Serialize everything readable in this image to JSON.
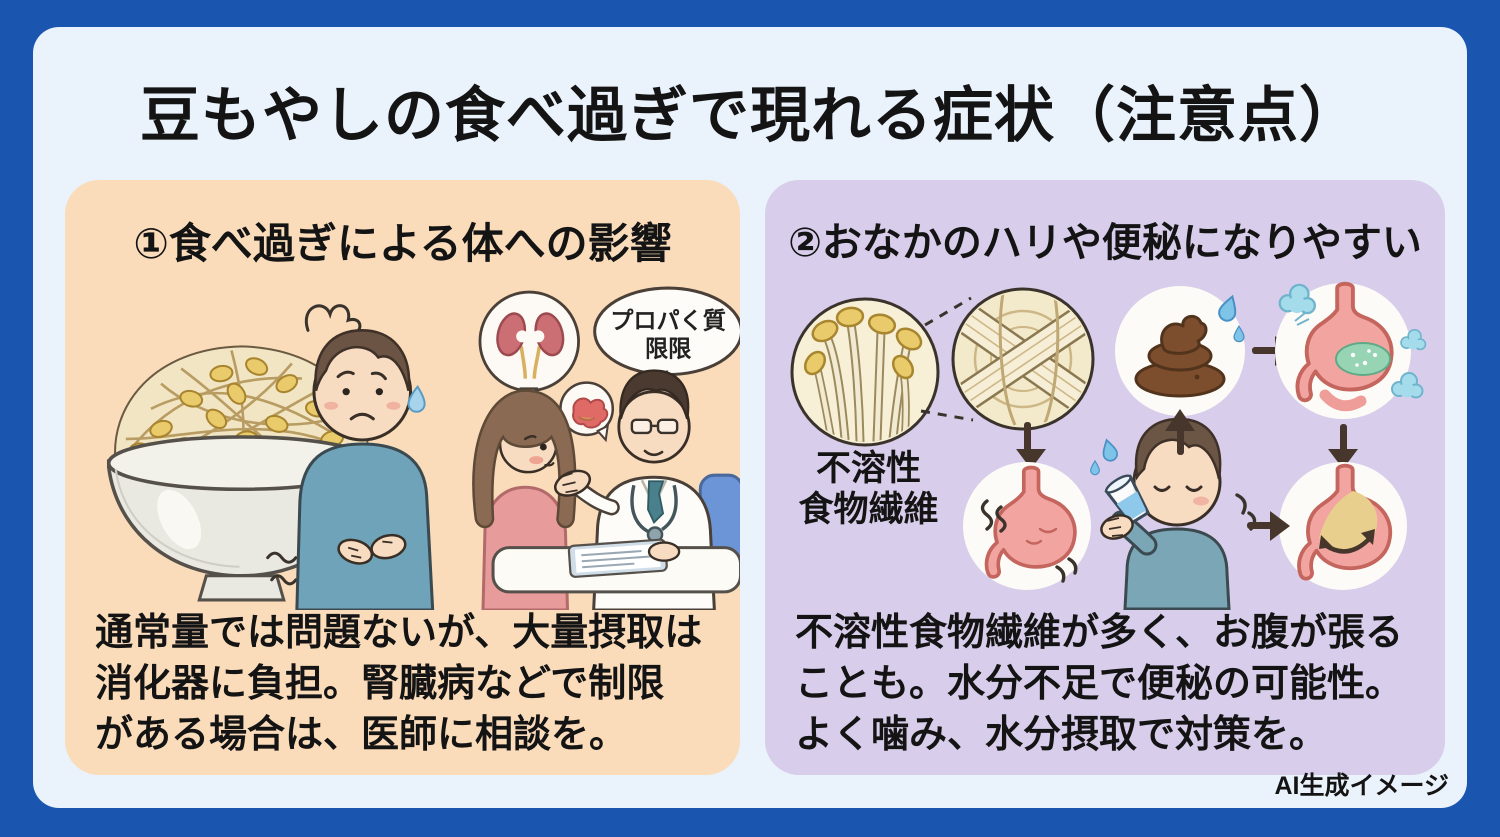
{
  "title": "豆もやしの食べ過ぎで現れる症状（注意点）",
  "footer_note": "AI生成イメージ",
  "colors": {
    "background_blue": "#1a55b0",
    "card": "#eaf2fb",
    "panel_left_peach": "#fadcbb",
    "panel_right_purple": "#d8cdea",
    "text": "#141414",
    "arrow_brown": "#46362b",
    "bean_yellow": "#e9cb6c",
    "stomach_pink": "#f2a5a0",
    "gas_blue": "#a5dcec",
    "content_green": "#97d4b4",
    "content_yellow": "#e9cf8e",
    "poop_brown": "#7d4e2e",
    "shirt_teal": "#74a4b8",
    "skin": "#f8dcc2"
  },
  "panel1": {
    "heading": "①食べ過ぎによる体への影響",
    "speech_line1": "プロパく質",
    "speech_line2": "限限",
    "body_line1": "通常量では問題ないが、大量摂取は",
    "body_line2": "消化器に負担。腎臓病などで制限",
    "body_line3": "がある場合は、医師に相談を。"
  },
  "panel2": {
    "heading": "②おなかのハリや便秘になりやすい",
    "fiber_line1": "不溶性",
    "fiber_line2": "食物繊維",
    "body_line1": "不溶性食物繊維が多く、お腹が張る",
    "body_line2": "ことも。水分不足で便秘の可能性。",
    "body_line3": "よく噛み、水分摂取で対策を。"
  },
  "icons": [
    "sprout-bowl-icon",
    "worried-man-icon",
    "kidneys-icon",
    "patient-woman-icon",
    "doctor-icon",
    "speech-bubble-icon",
    "sprouts-circle-icon",
    "fiber-circle-icon",
    "bloated-stomach-icon",
    "poop-icon",
    "gas-stomach-icon",
    "relieved-stomach-icon",
    "boy-drinking-water-icon",
    "flow-arrow-icon"
  ]
}
